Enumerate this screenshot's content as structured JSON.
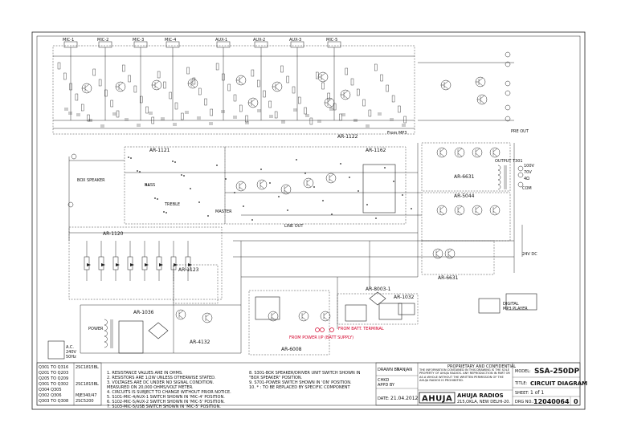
{
  "board_labels": {
    "ar1122": "AR-1122",
    "ar1121": "AR-1121",
    "ar1162": "AR-1162",
    "ar1120": "AR-1120",
    "ar1123": "AR-1123",
    "ar6631_top": "AR-6631",
    "ar5044": "AR-5044",
    "ar6631_bottom": "AR-6631",
    "ar8003": "AR-8003-1",
    "ar1032": "AR-1032",
    "ar6008": "AR-6008",
    "ar4132": "AR-4132",
    "ar1036": "AR-1036"
  },
  "mic_inputs": [
    "MIC-1",
    "MIC-2",
    "MIC-3",
    "MIC-4",
    "AUX-1",
    "AUX-2",
    "AUX-3",
    "MIC-5"
  ],
  "misc_labels": {
    "pre_out": "PRE OUT",
    "line_out": "LINE OUT",
    "phono_mp3": "From MP3",
    "box_speaker": "BOX SPEAKER",
    "bass": "BASS",
    "treble": "TREBLE",
    "master": "MASTER",
    "power": "POWER",
    "ac_mains": "A.C.\n240V\n50Hz",
    "dc_24v": "24V DC",
    "digital_mp3": "DIGITAL\nMP3 PLAYER",
    "com": "COM",
    "v100": "100V",
    "v70": "70V",
    "ohm8": "4Ω",
    "battery_terminal": "FROM BATT. TERMINAL",
    "from_power": "FROM POWER I/P (BATT SUPPLY)",
    "output_transformer": "OUTPUT T301"
  },
  "serial_table": [
    [
      "Q301 TO Q316",
      "2SC1815BL"
    ],
    [
      "Q201 TO Q203",
      ""
    ],
    [
      "Q205 TO Q209",
      ""
    ],
    [
      "Q301 TO Q302",
      "2SC1815BL"
    ],
    [
      "Q304 Q305",
      ""
    ],
    [
      "Q302 Q306",
      "MJE340/47"
    ],
    [
      "Q303 TO Q308",
      "2SC5200"
    ]
  ],
  "notes": [
    "1. RESISTANCE VALUES ARE IN OHMS.",
    "2. RESISTORS ARE 1/2W UNLESS OTHERWISE STATED.",
    "3. VOLTAGES ARE DC UNDER NO SIGNAL CONDITION.",
    "   MEASURED ON 20,000 OHMS/VOLT METER.",
    "4. CIRCUITS IS SUBJECT TO CHANGE WITHOUT PRIOR NOTICE.",
    "5. S101-MIC-4/AUX-1 SWITCH SHOWN IN 'MIC-4' POSITION.",
    "6. S102-MIC-5/AUX-2 SWITCH SHOWN IN 'MIC-5' POSITION.",
    "7. S103-MIC-5/USB SWITCH SHOWN IN 'MIC-5' POSITION."
  ],
  "notes_right": [
    "8. S301-BOX SPEAKER/DRIVER UNIT SWITCH SHOWN IN",
    "   \"BOX SPEAKER\" POSITION.",
    "9. S701-POWER SWITCH SHOWN IN 'ON' POSITION.",
    "10. *  : TO BE REPLACED BY SPECIFIC COMPONENT"
  ],
  "title_block": {
    "drawn_by_label": "DRAWN BY",
    "drawn_by": "RANJAN",
    "chkd_label": "CHKD",
    "appd_label": "APPD BY",
    "date_label": "DATE:",
    "date": "21.04.2012",
    "proprietary_title": "PROPRIETARY AND CONFIDENTIAL",
    "proprietary_text": "THE INFORMATION CONTAINED IN THIS DRAWING IS THE SOLE PROPERTY OF AHUJA RADIOS. ANY REPRODUCTION IN PART OR AS A WHOLE WITHOUT THE WRITTEN PERMISSION OF THE AHUJA RADIOS IS PROHIBITED.",
    "brand": "AHUJA",
    "company": "AHUJA RADIOS",
    "address": "215,OKLA, NEW DELHI-20.",
    "model_label": "MODEL:",
    "model": "SSA-250DP",
    "title_label": "TITLE:",
    "title": "CIRCUIT DIAGRAM",
    "sheet_label": "SHEET:",
    "sheet": "1 of 1",
    "dwg_label": "DRG NO.:",
    "dwg_no": "12040064",
    "rev": "0"
  }
}
